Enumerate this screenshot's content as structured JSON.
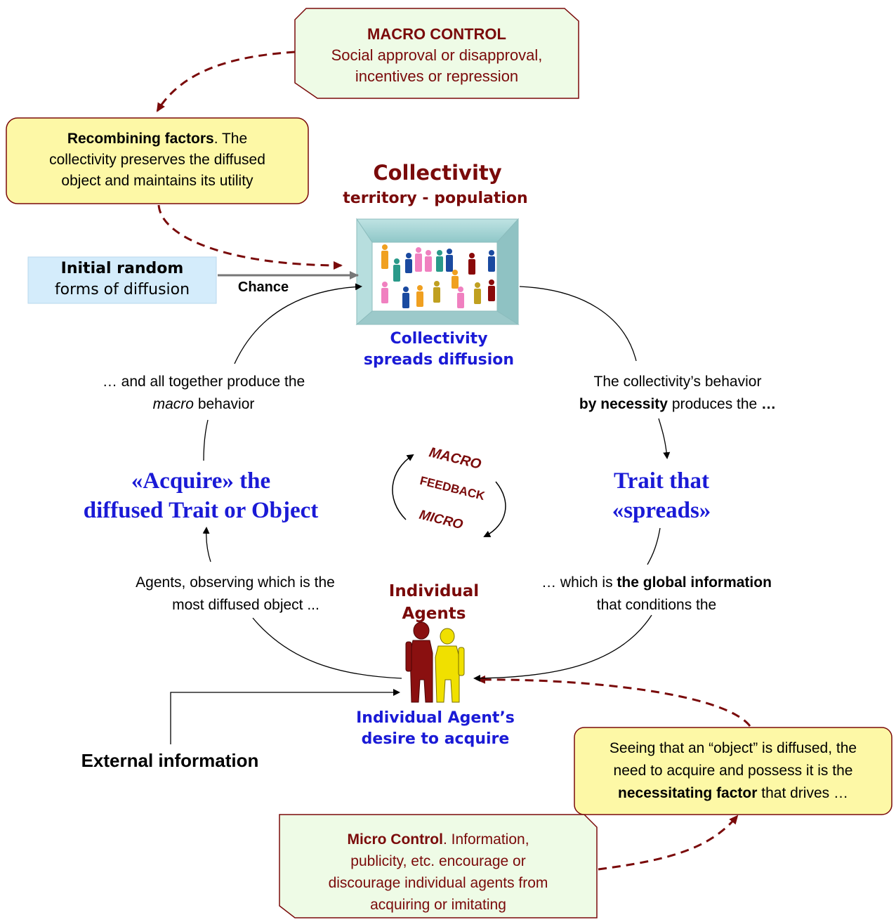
{
  "macro_control": {
    "title": "MACRO CONTROL",
    "line1": "Social approval or disapproval,",
    "line2": "incentives or repression"
  },
  "recombining": {
    "bold": "Recombining factors",
    "rest1": ". The",
    "line2": "collectivity preserves the diffused",
    "line3": "object and maintains its utility"
  },
  "collectivity": {
    "title": "Collectivity",
    "subtitle": "territory - population",
    "spreads_line1": "Collectivity",
    "spreads_line2": "spreads diffusion"
  },
  "initial_random": {
    "line1": "Initial random",
    "line2": "forms of diffusion",
    "chance": "Chance"
  },
  "left_upper": {
    "line1": "… and all together produce the",
    "italic": "macro",
    "line2_rest": " behavior"
  },
  "right_upper": {
    "line1": "The collectivity’s behavior",
    "bold": "by necessity",
    "mid": " produces the ",
    "bold2": "…"
  },
  "acquire": {
    "line1": "«Acquire» the",
    "line2": "diffused Trait or Object"
  },
  "trait": {
    "line1": "Trait that",
    "line2": "«spreads»"
  },
  "feedback": {
    "macro": "MACRO",
    "feedback": "FEEDBACK",
    "micro": "MICRO"
  },
  "left_lower": {
    "line1": "Agents, observing which is the",
    "line2": "most diffused object ..."
  },
  "right_lower": {
    "pre": "… which is ",
    "bold": "the global information",
    "line2": "that conditions the"
  },
  "agents": {
    "title_line1": "Individual",
    "title_line2": "Agents",
    "desire_line1": "Individual Agent’s",
    "desire_line2": "desire to acquire"
  },
  "external": "External information",
  "necessitating": {
    "line1": "Seeing that an “object” is diffused, the",
    "line2": "need to acquire and possess it  is the",
    "bold": "necessitating factor",
    "rest": " that drives …"
  },
  "micro_control": {
    "bold": "Micro Control",
    "rest1": ". Information,",
    "line2": "publicity, etc. encourage or",
    "line3": "discourage individual agents from",
    "line4": "acquiring or imitating"
  },
  "colors": {
    "dark_red": "#7a0a0a",
    "blue": "#1a1ad6",
    "green_box": "#eefbe6",
    "yellow_box": "#fdf8a6",
    "cyan_box": "#d4ecfb"
  }
}
